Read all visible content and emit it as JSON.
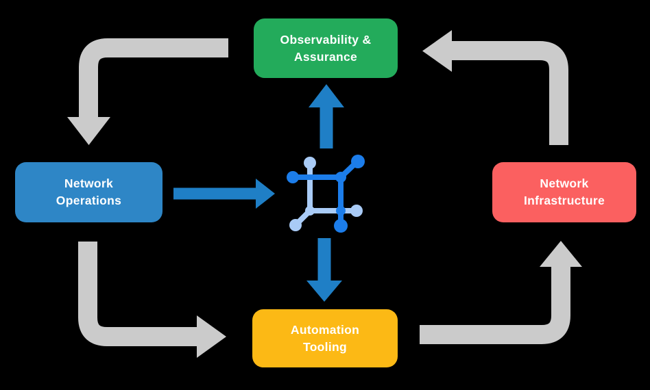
{
  "colors": {
    "background": "#000000",
    "text": "#FFFFFF",
    "green": "#23AB5B",
    "blue": "#2E86C6",
    "red": "#FB6060",
    "yellow": "#FCB915",
    "gray_arrow": "#CBCBCB",
    "blue_arrow": "#1F7FC6",
    "icon_blue": "#1C7DEA",
    "icon_light_blue": "#A9CBF6"
  },
  "nodes": {
    "observability": {
      "label": "Observability &\nAssurance",
      "color": "#23AB5B"
    },
    "operations": {
      "label": "Network\nOperations",
      "color": "#2E86C6"
    },
    "infrastructure": {
      "label": "Network\nInfrastructure",
      "color": "#FB6060"
    },
    "automation": {
      "label": "Automation\nTooling",
      "color": "#FCB915"
    }
  },
  "center_icon": "distributed-network-icon",
  "connections": [
    {
      "from": "Observability & Assurance",
      "to": "Network Operations",
      "style": "gray-elbow"
    },
    {
      "from": "Network Operations",
      "to": "Automation Tooling",
      "style": "gray-elbow"
    },
    {
      "from": "Automation Tooling",
      "to": "Network Infrastructure",
      "style": "gray-elbow"
    },
    {
      "from": "Network Infrastructure",
      "to": "Observability & Assurance",
      "style": "gray-elbow"
    },
    {
      "from": "Network Operations",
      "to": "center-icon",
      "style": "blue-straight"
    },
    {
      "from": "center-icon",
      "to": "Observability & Assurance",
      "style": "blue-straight"
    },
    {
      "from": "center-icon",
      "to": "Automation Tooling",
      "style": "blue-straight"
    }
  ]
}
